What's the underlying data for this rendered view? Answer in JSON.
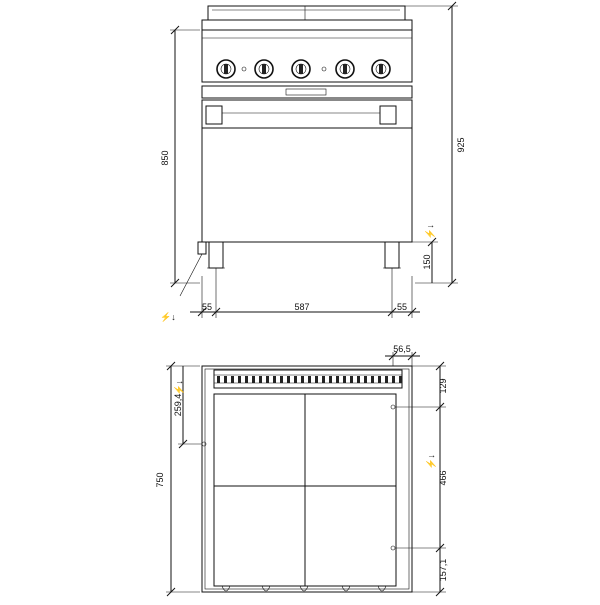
{
  "front_view": {
    "dimensions": {
      "height_body": "850",
      "height_total": "925",
      "leg_height": "150",
      "offset_left": "55",
      "width_mid": "587",
      "offset_right": "55"
    },
    "symbols": {
      "electrical": "⚡↓"
    }
  },
  "top_view": {
    "dimensions": {
      "rear_offset": "56,5",
      "depth_total": "750",
      "left_connection": "259,4",
      "right_top": "129",
      "right_mid": "466",
      "right_bottom": "157,1"
    },
    "symbols": {
      "electrical": "⚡↓"
    }
  },
  "colors": {
    "line": "#111111",
    "background": "#ffffff"
  }
}
